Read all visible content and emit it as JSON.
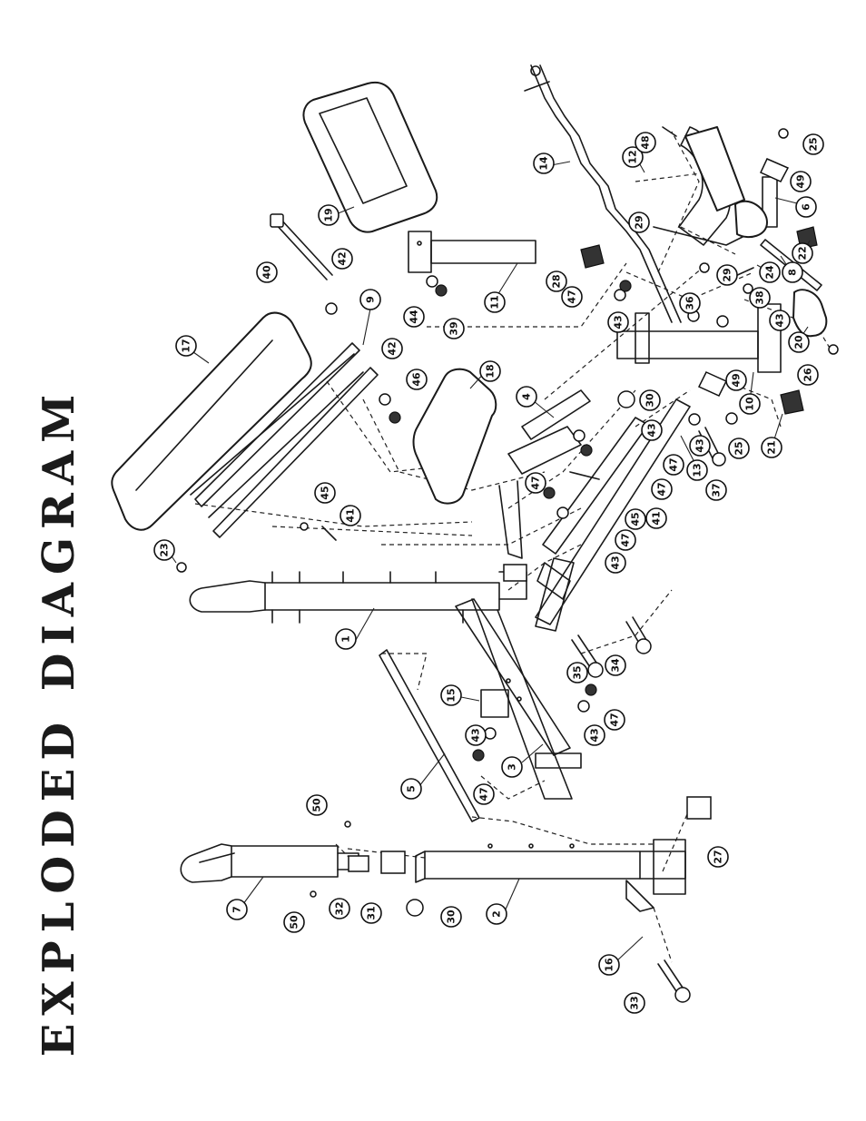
{
  "title": "EXPLODED DIAGRAM",
  "callouts": [
    "1",
    "2",
    "3",
    "4",
    "5",
    "6",
    "7",
    "8",
    "9",
    "10",
    "11",
    "12",
    "13",
    "14",
    "15",
    "16",
    "17",
    "18",
    "19",
    "20",
    "21",
    "22",
    "23",
    "24",
    "25",
    "25",
    "26",
    "27",
    "28",
    "29",
    "29",
    "30",
    "30",
    "31",
    "32",
    "33",
    "34",
    "35",
    "36",
    "37",
    "38",
    "39",
    "40",
    "41",
    "41",
    "42",
    "42",
    "43",
    "43",
    "43",
    "43",
    "43",
    "43",
    "43",
    "44",
    "45",
    "45",
    "46",
    "47",
    "47",
    "47",
    "47",
    "47",
    "47",
    "47",
    "48",
    "49",
    "49",
    "50",
    "50"
  ]
}
